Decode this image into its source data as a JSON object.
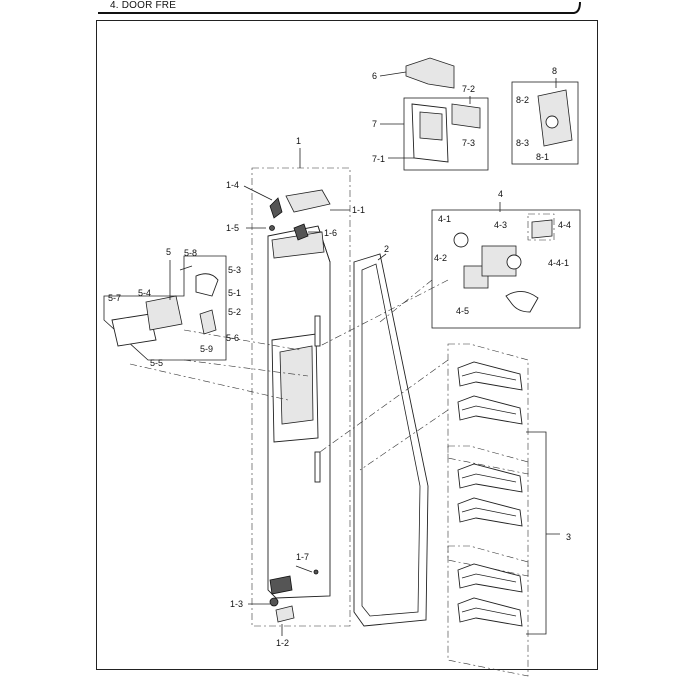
{
  "header": {
    "title": "4. DOOR FRE"
  },
  "labels": {
    "l1": "1",
    "l1_1": "1-1",
    "l1_2": "1-2",
    "l1_3": "1-3",
    "l1_4": "1-4",
    "l1_5": "1-5",
    "l1_6": "1-6",
    "l1_7": "1-7",
    "l2": "2",
    "l3": "3",
    "l4": "4",
    "l4_1": "4-1",
    "l4_2": "4-2",
    "l4_3": "4-3",
    "l4_4": "4-4",
    "l4_4_1": "4-4-1",
    "l4_5": "4-5",
    "l5": "5",
    "l5_1": "5-1",
    "l5_2": "5-2",
    "l5_3": "5-3",
    "l5_4": "5-4",
    "l5_5": "5-5",
    "l5_6": "5-6",
    "l5_7": "5-7",
    "l5_8": "5-8",
    "l5_9": "5-9",
    "l6": "6",
    "l7": "7",
    "l7_1": "7-1",
    "l7_2": "7-2",
    "l7_3": "7-3",
    "l8": "8",
    "l8_1": "8-1",
    "l8_2": "8-2",
    "l8_3": "8-3"
  }
}
